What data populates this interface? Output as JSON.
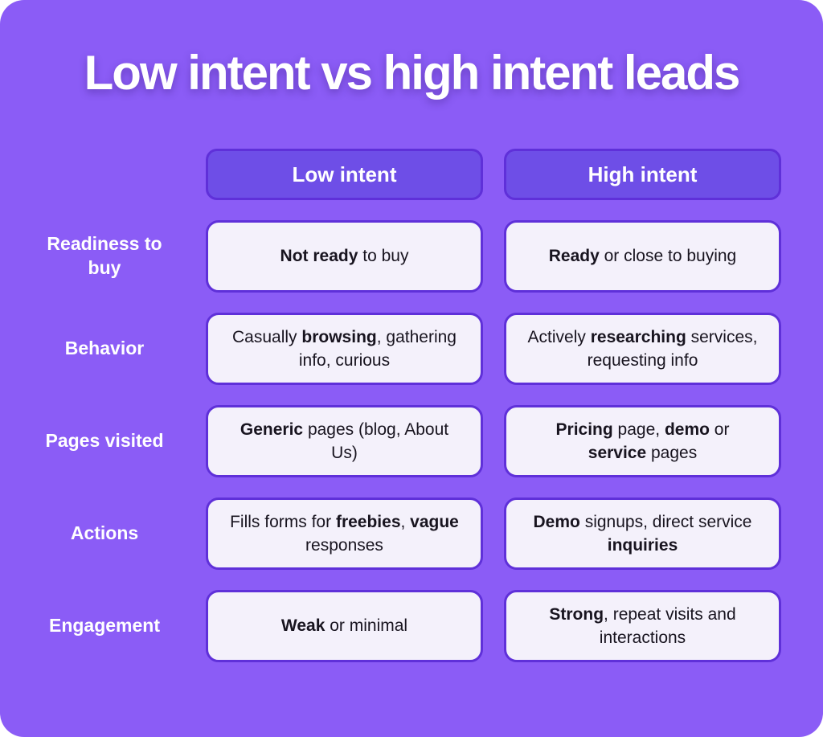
{
  "title": "Low intent vs high intent leads",
  "columns": [
    {
      "label": "Low intent"
    },
    {
      "label": "High intent"
    }
  ],
  "rows": [
    {
      "label": "Readiness to buy",
      "cells": [
        {
          "segments": [
            {
              "text": "Not ready",
              "bold": true
            },
            {
              "text": " to buy",
              "bold": false
            }
          ]
        },
        {
          "segments": [
            {
              "text": "Ready",
              "bold": true
            },
            {
              "text": " or close to buying",
              "bold": false
            }
          ]
        }
      ]
    },
    {
      "label": "Behavior",
      "cells": [
        {
          "segments": [
            {
              "text": "Casually ",
              "bold": false
            },
            {
              "text": "browsing",
              "bold": true
            },
            {
              "text": ", gathering info, curious",
              "bold": false
            }
          ]
        },
        {
          "segments": [
            {
              "text": "Actively ",
              "bold": false
            },
            {
              "text": "researching",
              "bold": true
            },
            {
              "text": " services, requesting info",
              "bold": false
            }
          ]
        }
      ]
    },
    {
      "label": "Pages visited",
      "cells": [
        {
          "segments": [
            {
              "text": "Generic",
              "bold": true
            },
            {
              "text": " pages (blog, About Us)",
              "bold": false
            }
          ]
        },
        {
          "segments": [
            {
              "text": "Pricing",
              "bold": true
            },
            {
              "text": " page, ",
              "bold": false
            },
            {
              "text": "demo",
              "bold": true
            },
            {
              "text": " or ",
              "bold": false
            },
            {
              "text": "service",
              "bold": true
            },
            {
              "text": " pages",
              "bold": false
            }
          ]
        }
      ]
    },
    {
      "label": "Actions",
      "cells": [
        {
          "segments": [
            {
              "text": "Fills forms for ",
              "bold": false
            },
            {
              "text": "freebies",
              "bold": true
            },
            {
              "text": ", ",
              "bold": false
            },
            {
              "text": "vague",
              "bold": true
            },
            {
              "text": " responses",
              "bold": false
            }
          ]
        },
        {
          "segments": [
            {
              "text": "Demo",
              "bold": true
            },
            {
              "text": " signups, direct service ",
              "bold": false
            },
            {
              "text": "inquiries",
              "bold": true
            }
          ]
        }
      ]
    },
    {
      "label": "Engagement",
      "cells": [
        {
          "segments": [
            {
              "text": "Weak",
              "bold": true
            },
            {
              "text": " or minimal",
              "bold": false
            }
          ]
        },
        {
          "segments": [
            {
              "text": "Strong",
              "bold": true
            },
            {
              "text": ", repeat visits and interactions",
              "bold": false
            }
          ]
        }
      ]
    }
  ],
  "colors": {
    "background": "#8B5CF6",
    "header_fill": "#6E4EE7",
    "border": "#5F30D9",
    "cell_fill": "#F4F1FB",
    "cell_text": "#18141F",
    "label_text": "#FFFFFF"
  }
}
